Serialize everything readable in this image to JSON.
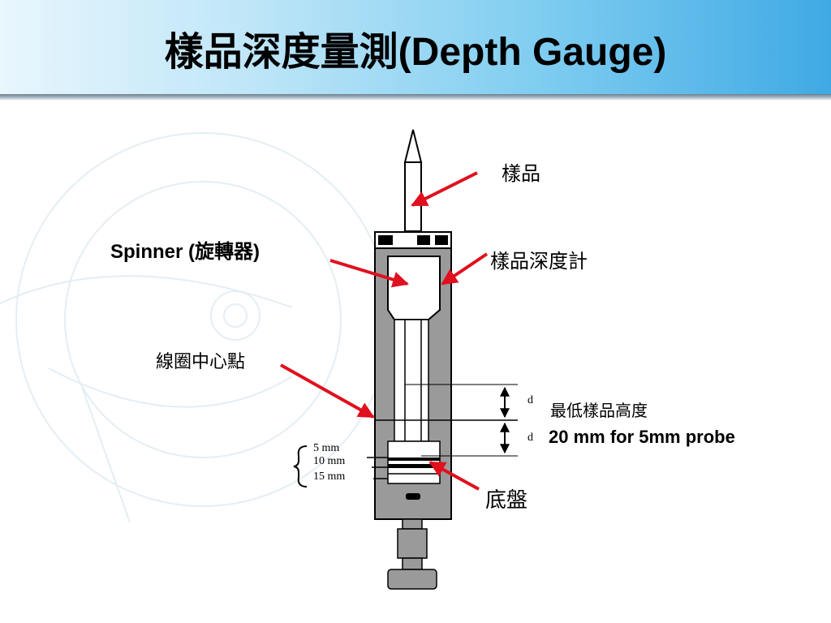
{
  "title": {
    "cjk": "樣品深度量測",
    "latin": "(Depth Gauge)"
  },
  "labels": {
    "sample": "樣品",
    "spinner_en": "Spinner (",
    "spinner_cjk": "旋轉器",
    "spinner_close": ")",
    "depth_gauge": "樣品深度計",
    "coil_center": "線圈中心點",
    "min_height": "最低樣品高度",
    "probe_note": "20 mm for 5mm probe",
    "base": "底盤"
  },
  "dimension": {
    "d_top": "d",
    "d_bottom": "d"
  },
  "scale_marks": [
    "5 mm",
    "10 mm",
    "15 mm"
  ],
  "colors": {
    "arrow": "#e0101e",
    "body": "#9a9a9a",
    "outline": "#000000"
  }
}
